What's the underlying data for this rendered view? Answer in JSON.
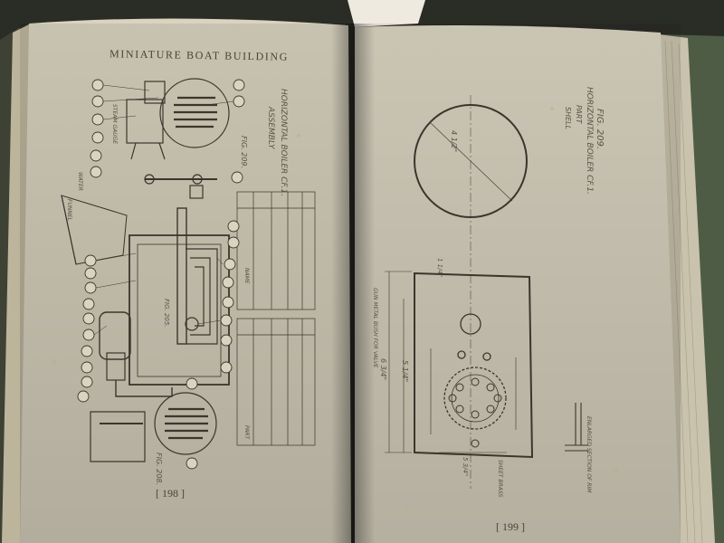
{
  "book": {
    "running_head": "MINIATURE BOAT BUILDING",
    "page_left": "[ 198 ]",
    "page_right": "[ 199 ]"
  },
  "left_page": {
    "fig_top": "FIG. 209.",
    "fig_mid": "FIG. 205.",
    "fig_bottom": "FIG. 208.",
    "caption_lines": [
      "HORIZONTAL BOILER CF.1.",
      "ASSEMBLY"
    ],
    "label_stern_gauge": "STEAM GAUGE",
    "label_water": "WATER",
    "label_funnel": "FUNNEL",
    "parts_col_name": "NAME",
    "parts_col_part": "PART"
  },
  "right_page": {
    "fig_label": "FIG. 209.",
    "caption_lines": [
      "HORIZONTAL BOILER CF.1.",
      "PART",
      "SHELL"
    ],
    "dim_diameter": "4 1/2\"",
    "dim_overall_height": "6 3/4\"",
    "dim_inner": "5 1/4\"",
    "dim_width": "5 3/4\"",
    "dim_holes": "1 1/4\"",
    "label_brass_bolt": "GUN METAL BUSH FOR VALVE",
    "label_elbow": "ENLARGED SECTION OF RIM",
    "label_note": "SHEET BRASS"
  },
  "colors": {
    "paper_left": "#d9d3bf",
    "paper_right": "#dcd6c3",
    "ink": "#3b362d",
    "binding_green": "#4f5c45",
    "background": "#2a2c26"
  }
}
